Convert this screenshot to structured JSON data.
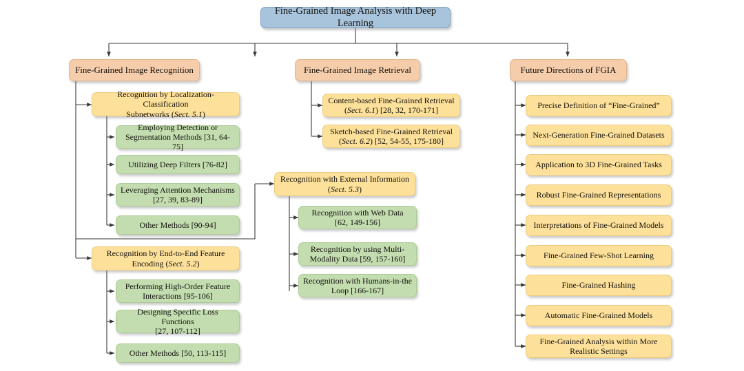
{
  "diagram": {
    "title": "Fine-Grained Image Analysis with Deep Learning",
    "type": "tree-taxonomy",
    "colors": {
      "root": "#a8c4dd",
      "level1": "#f6cdab",
      "level2": "#fde09a",
      "level3": "#c3ddb0",
      "connector": "#3a3a3a",
      "background": "#ffffff"
    }
  },
  "root": {
    "label": "Fine-Grained Image Analysis with Deep Learning"
  },
  "branches": {
    "recognition": {
      "label": "Fine-Grained Image Recognition",
      "groups": [
        {
          "label": "Recognition by Localization-Classification Subnetworks (Sect. 5.1)",
          "label_main": "Recognition by Localization-Classification",
          "label_sub": "Subnetworks (Sect. 5.1)",
          "children": [
            {
              "line1": "Employing Detection or",
              "line2": "Segmentation Methods [31, 64-75]"
            },
            {
              "line1": "Utilizing Deep Filters [76-82]",
              "line2": ""
            },
            {
              "line1": "Leveraging Attention Mechanisms",
              "line2": "[27, 39, 83-89]"
            },
            {
              "line1": "Other Methods [90-94]",
              "line2": ""
            }
          ]
        },
        {
          "label": "Recognition by End-to-End Feature Encoding (Sect. 5.2)",
          "label_main": "Recognition by End-to-End Feature",
          "label_sub": "Encoding (Sect. 5.2)",
          "children": [
            {
              "line1": "Performing High-Order Feature",
              "line2": "Interactions [95-106]"
            },
            {
              "line1": "Designing Specific Loss Functions",
              "line2": "[27, 107-112]"
            },
            {
              "line1": "Other Methods [50, 113-115]",
              "line2": ""
            }
          ]
        },
        {
          "label": "Recognition with External Information (Sect. 5.3)",
          "label_main": "Recognition with External Information",
          "label_sub": "(Sect. 5.3)",
          "children": [
            {
              "line1": "Recognition with Web Data",
              "line2": "[62, 149-156]"
            },
            {
              "line1": "Recognition by using Multi-",
              "line2": "Modality Data [59, 157-160]"
            },
            {
              "line1": "Recognition with Humans-in-the",
              "line2": "Loop [166-167]"
            }
          ]
        }
      ]
    },
    "retrieval": {
      "label": "Fine-Grained Image Retrieval",
      "children": [
        {
          "line1": "Content-based Fine-Grained Retrieval",
          "line2": "(Sect. 6.1) [28, 32, 170-171]"
        },
        {
          "line1": "Sketch-based Fine-Grained Retrieval",
          "line2": "(Sect. 6.2) [52, 54-55, 175-180]"
        }
      ]
    },
    "future": {
      "label": "Future Directions of FGIA",
      "children": [
        {
          "line1": "Precise Definition of “Fine-Grained”",
          "line2": ""
        },
        {
          "line1": "Next-Generation Fine-Grained Datasets",
          "line2": ""
        },
        {
          "line1": "Application to 3D Fine-Grained Tasks",
          "line2": ""
        },
        {
          "line1": "Robust Fine-Grained Representations",
          "line2": ""
        },
        {
          "line1": "Interpretations of Fine-Grained Models",
          "line2": ""
        },
        {
          "line1": "Fine-Grained Few-Shot Learning",
          "line2": ""
        },
        {
          "line1": "Fine-Grained Hashing",
          "line2": ""
        },
        {
          "line1": "Automatic Fine-Grained Models",
          "line2": ""
        },
        {
          "line1": "Fine-Grained Analysis within More",
          "line2": "Realistic Settings"
        }
      ]
    }
  }
}
